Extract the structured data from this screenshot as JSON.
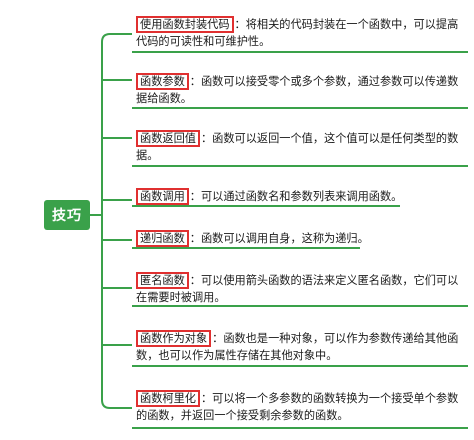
{
  "root": {
    "label": "技巧"
  },
  "branches": [
    {
      "keyword": "使用函数封装代码",
      "sep": "：",
      "text": "将相关的代码封装在一个函数中，可以提高代码的可读性和可维护性。"
    },
    {
      "keyword": "函数参数",
      "sep": "：",
      "text": "函数可以接受零个或多个参数，通过参数可以传递数据给函数。"
    },
    {
      "keyword": "函数返回值",
      "sep": "：",
      "text": "函数可以返回一个值，这个值可以是任何类型的数据。"
    },
    {
      "keyword": "函数调用",
      "sep": "：",
      "text": "可以通过函数名和参数列表来调用函数。"
    },
    {
      "keyword": "递归函数",
      "sep": "：",
      "text": "函数可以调用自身，这称为递归。"
    },
    {
      "keyword": "匿名函数",
      "sep": "：",
      "text": "可以使用箭头函数的语法来定义匿名函数，它们可以在需要时被调用。"
    },
    {
      "keyword": "函数作为对象",
      "sep": "：",
      "text": "函数也是一种对象，可以作为参数传递给其他函数，也可以作为属性存储在其他对象中。"
    },
    {
      "keyword": "函数柯里化",
      "sep": "：",
      "text": "可以将一个多参数的函数转换为一个接受单个参数的函数，并返回一个接受剩余参数的函数。"
    }
  ]
}
